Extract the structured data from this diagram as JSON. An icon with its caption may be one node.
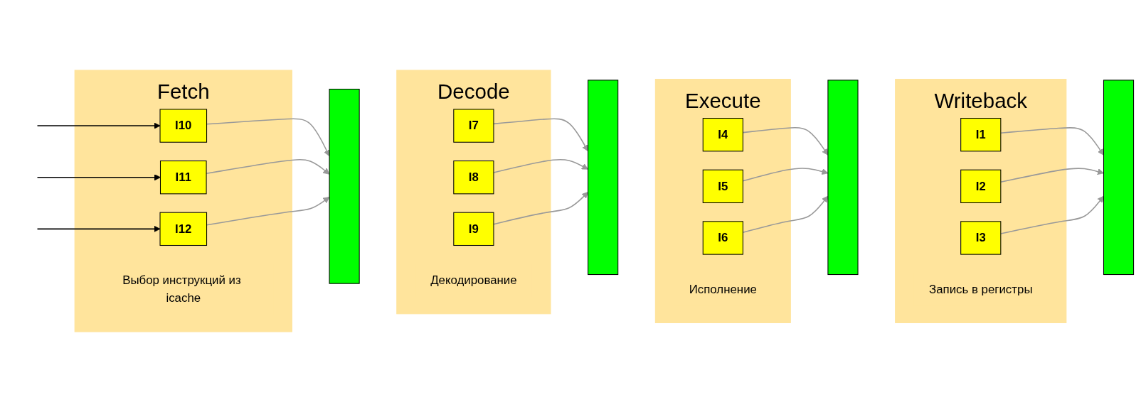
{
  "diagram": {
    "nodes": [
      {
        "text": [
          "Fetch"
        ],
        "beside": [
          "Выбор инструкций из icache"
        ]
      },
      {
        "text": [
          "I10"
        ],
        "in": 0
      },
      {
        "text": [
          "I11"
        ],
        "in": 0
      },
      {
        "text": [
          "I12"
        ],
        "in": 0
      },
      {
        "text": [],
        "shape": "bar"
      },
      {
        "text": [
          "Decode"
        ],
        "beside": [
          "Декодирование"
        ]
      },
      {
        "text": [
          "I7"
        ],
        "in": 5
      },
      {
        "text": [
          "I8"
        ],
        "in": 5
      },
      {
        "text": [
          "I9"
        ],
        "in": 5
      },
      {
        "text": [],
        "shape": "bar"
      },
      {
        "text": [
          "Execute"
        ],
        "beside": [
          "Исполнение"
        ]
      },
      {
        "text": [
          "I4"
        ],
        "in": 10
      },
      {
        "text": [
          "I5"
        ],
        "in": 10
      },
      {
        "text": [
          "I6"
        ],
        "in": 10
      },
      {
        "text": [],
        "shape": "bar"
      },
      {
        "text": [
          "Writeback"
        ],
        "beside": [
          "Запись в регистры"
        ]
      },
      {
        "text": [
          "I1"
        ],
        "in": 15
      },
      {
        "text": [
          "I2"
        ],
        "in": 15
      },
      {
        "text": [
          "I3"
        ],
        "in": 15
      },
      {
        "text": [],
        "shape": "bar"
      }
    ],
    "edges": [
      {
        "from": null,
        "to": 1,
        "arrow": "to",
        "color": "#000000"
      },
      {
        "from": null,
        "to": 2,
        "arrow": "to",
        "color": "#000000"
      },
      {
        "from": null,
        "to": 3,
        "arrow": "to",
        "color": "#000000"
      },
      {
        "from": 1,
        "to": 4,
        "arrow": "to"
      },
      {
        "from": 2,
        "to": 4,
        "arrow": "to"
      },
      {
        "from": 3,
        "to": 4,
        "arrow": "to"
      },
      {
        "from": 6,
        "to": 9,
        "arrow": "to"
      },
      {
        "from": 7,
        "to": 9,
        "arrow": "to"
      },
      {
        "from": 8,
        "to": 9,
        "arrow": "to"
      },
      {
        "from": 11,
        "to": 14,
        "arrow": "to"
      },
      {
        "from": 12,
        "to": 14,
        "arrow": "to"
      },
      {
        "from": 13,
        "to": 14,
        "arrow": "to"
      },
      {
        "from": 16,
        "to": 19,
        "arrow": "to"
      },
      {
        "from": 17,
        "to": 19,
        "arrow": "to"
      },
      {
        "from": 18,
        "to": 19,
        "arrow": "to"
      }
    ]
  }
}
